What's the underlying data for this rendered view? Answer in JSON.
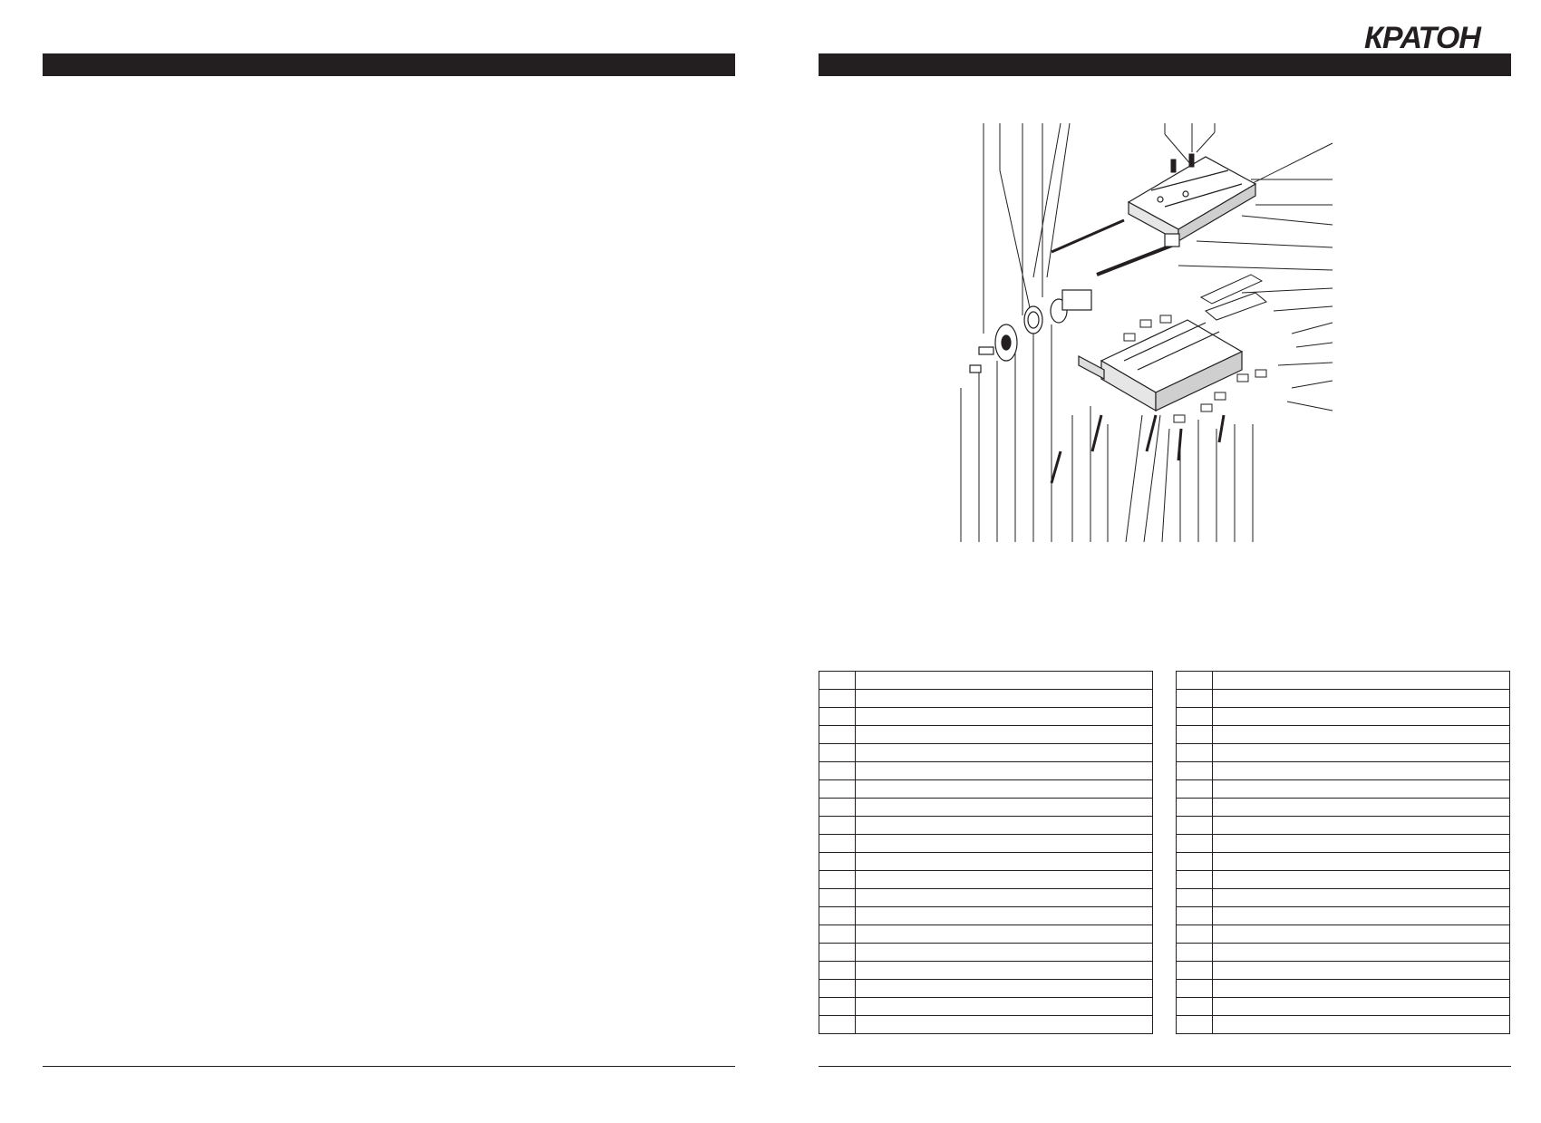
{
  "header": {
    "brand": "КРАТОН"
  },
  "parts_table_left": {
    "rows": 20
  },
  "parts_table_right": {
    "rows": 20
  }
}
